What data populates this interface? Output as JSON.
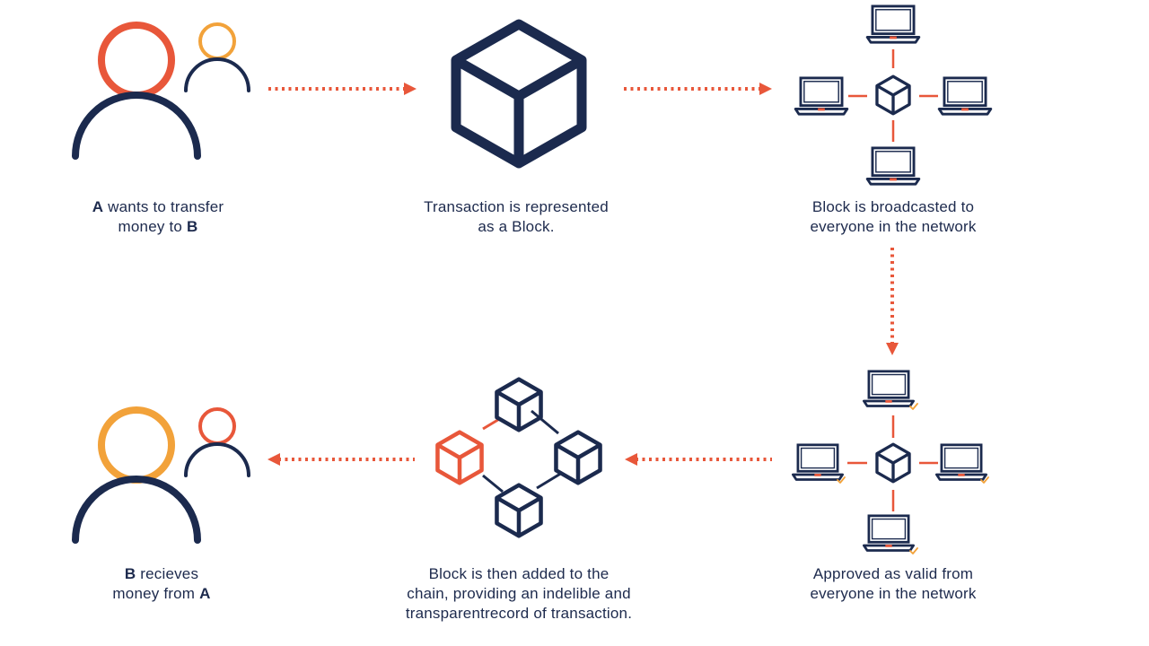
{
  "colors": {
    "navy": "#1b2a4e",
    "orange": "#e8573a",
    "amber": "#f2a23a"
  },
  "steps": [
    {
      "id": "step-1",
      "icon": "people-icon",
      "caption": {
        "strong_a": "A",
        "text_1": " wants to transfer",
        "text_2": "money to ",
        "strong_b": "B"
      }
    },
    {
      "id": "step-2",
      "icon": "block-cube-icon",
      "caption": {
        "line_1": "Transaction is represented",
        "line_2": "as a Block."
      }
    },
    {
      "id": "step-3",
      "icon": "network-broadcast-icon",
      "caption": {
        "line_1": "Block is broadcasted to",
        "line_2": "everyone in the network"
      }
    },
    {
      "id": "step-4",
      "icon": "network-approved-icon",
      "caption": {
        "line_1": "Approved as valid from",
        "line_2": "everyone in the network"
      }
    },
    {
      "id": "step-5",
      "icon": "blockchain-icon",
      "caption": {
        "line_1": "Block is then added to the",
        "line_2": "chain, providing an indelible and",
        "line_3": "transparentrecord of transaction."
      }
    },
    {
      "id": "step-6",
      "icon": "people-icon",
      "caption": {
        "strong_b": "B",
        "text_1": " recieves",
        "text_2": "money from ",
        "strong_a": "A"
      }
    }
  ]
}
